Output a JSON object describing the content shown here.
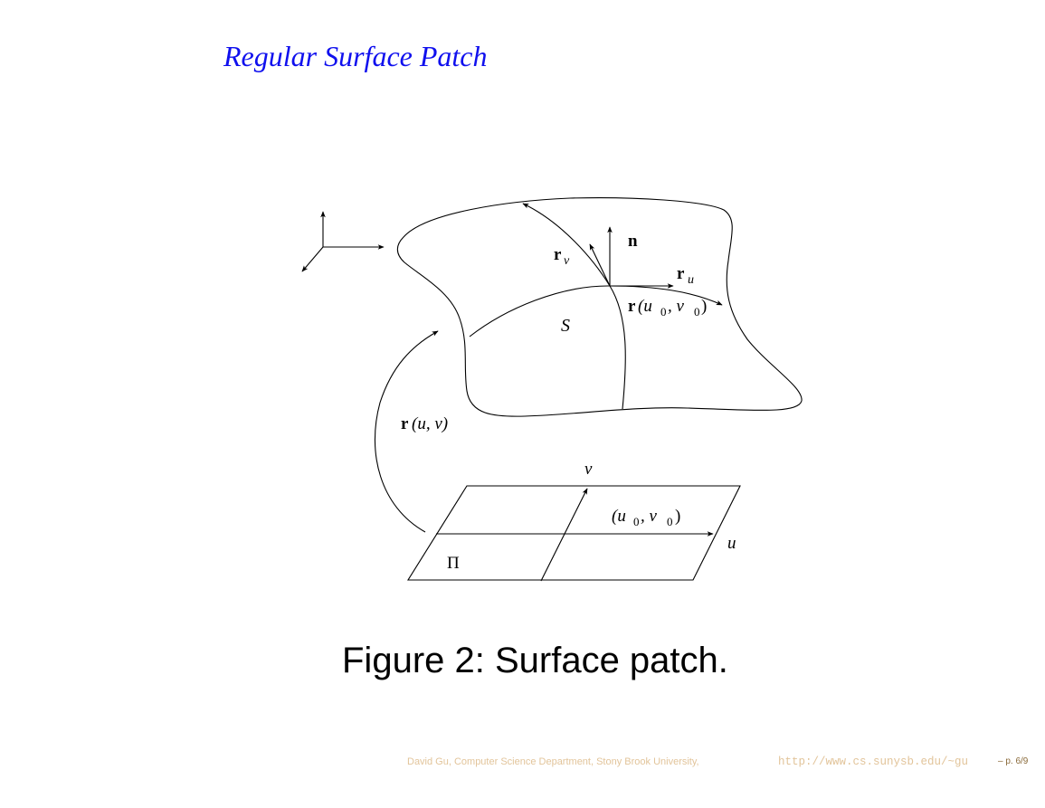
{
  "slide": {
    "title": "Regular Surface Patch",
    "caption": "Figure 2: Surface patch.",
    "footer_author": "David Gu, Computer Science Department, Stony Brook University,",
    "footer_url": "http://www.cs.sunysb.edu/~gu",
    "footer_page": "– p. 6/9"
  },
  "diagram": {
    "labels": {
      "normal": "n",
      "r_v_base": "r",
      "r_v_sub": "v",
      "r_u_base": "r",
      "r_u_sub": "u",
      "point_r": "r",
      "point_args": "(u",
      "point_sub0": "0",
      "point_comma": ", v",
      "point_sub1": "0",
      "point_close": ")",
      "surface": "S",
      "map_r": "r",
      "map_args": "(u, v)",
      "param_v": "v",
      "param_u": "u",
      "param_point_open": "(u",
      "param_point_sub0": "0",
      "param_point_comma": ", v",
      "param_point_sub1": "0",
      "param_point_close": ")",
      "plane": "Π"
    }
  },
  "colors": {
    "title": "#1010ee",
    "footer": "#e2c49a"
  }
}
